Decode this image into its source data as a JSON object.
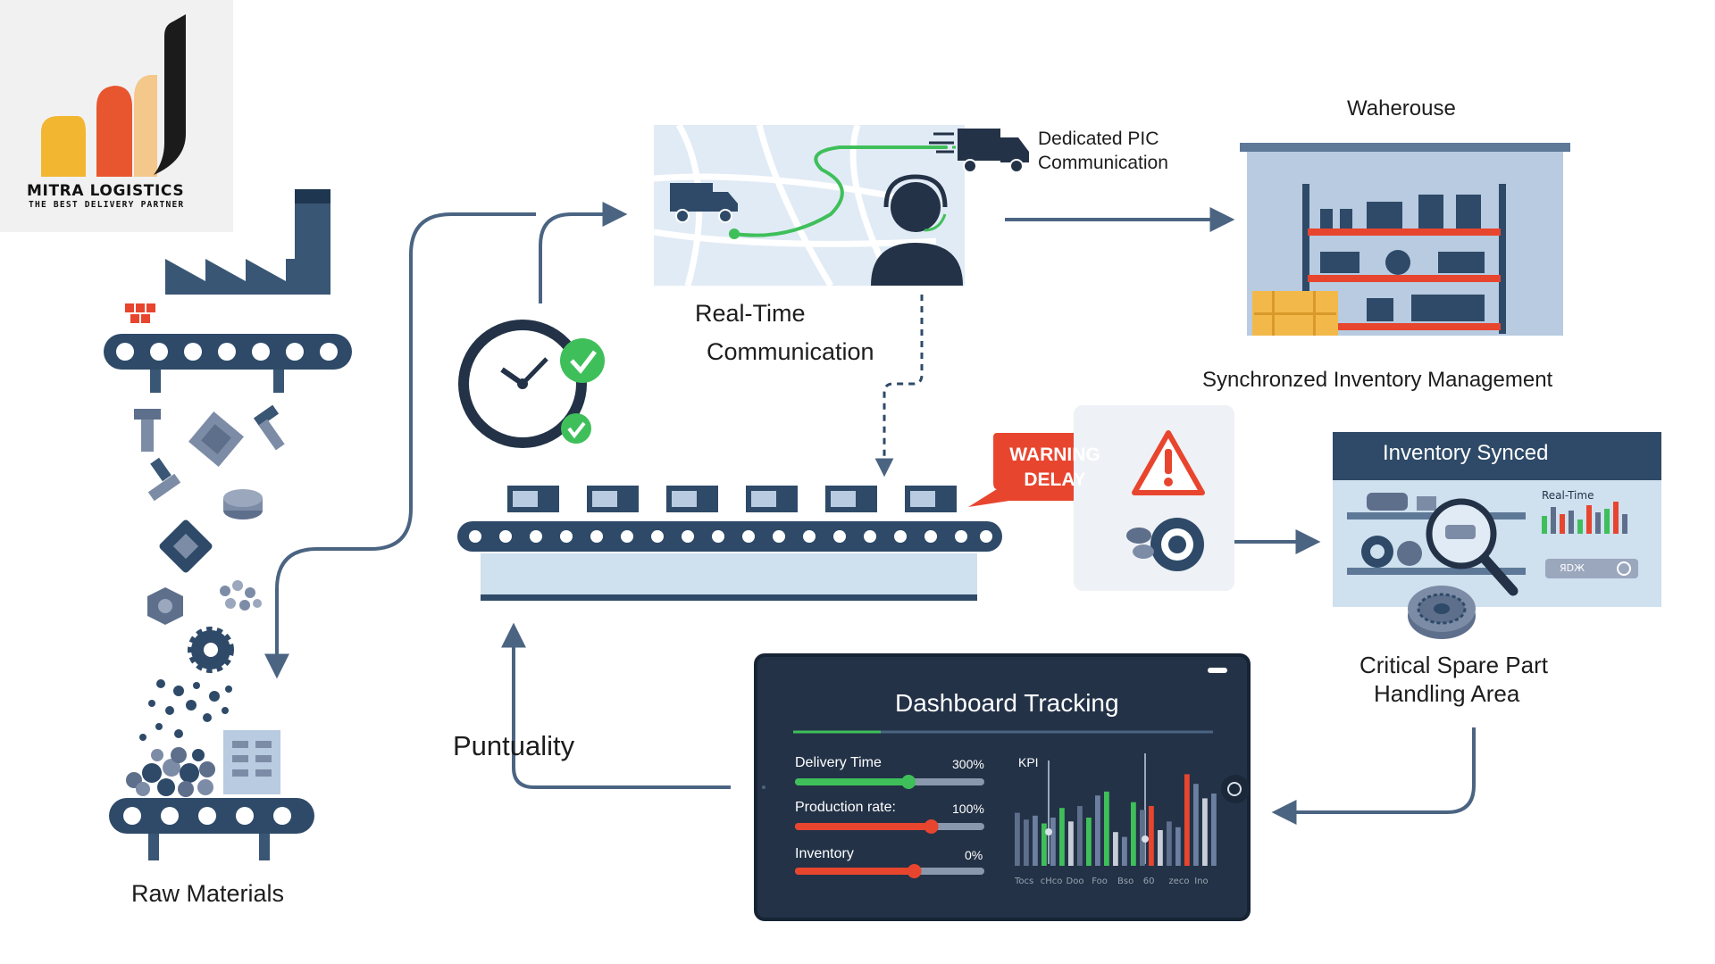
{
  "logo": {
    "name": "MITRA LOGISTICS",
    "tagline": "THE BEST DELIVERY PARTNER"
  },
  "labels": {
    "raw_materials": "Raw Materials",
    "real_time_line1": "Real-Time",
    "real_time_line2": "Communication",
    "dedicated_line1": "Dedicated PIC",
    "dedicated_line2": "Communication",
    "warehouse": "Waherouse",
    "synchronized": "Synchronzed Inventory Management",
    "warning_line1": "WARNING",
    "warning_line2": "DELAY",
    "inventory_synced": "Inventory Synced",
    "real_time_small": "Real-Time",
    "sync_button": "ЯDЖ",
    "critical_line1": "Critical Spare Part",
    "critical_line2": "Handling Area",
    "puntuality": "Puntuality"
  },
  "dashboard": {
    "title": "Dashboard Tracking",
    "kpi_label": "KPI",
    "metrics": [
      {
        "label": "Delivery Time",
        "value": "300%",
        "fill": 0.6,
        "color": "#3fbf5a"
      },
      {
        "label": "Production rate:",
        "value": "100%",
        "fill": 0.72,
        "color": "#e8452f"
      },
      {
        "label": "Inventory",
        "value": "0%",
        "fill": 0.63,
        "color": "#e8452f"
      }
    ],
    "x_ticks": [
      "Tocs",
      "cHco",
      "Doo",
      "Foo",
      "Bso",
      "60",
      "zeco",
      "Ino"
    ]
  },
  "chart_data": {
    "type": "bar",
    "title": "",
    "ylabel": "KPI",
    "categories": [
      "Tocs",
      "cHco",
      "Doo",
      "Foo",
      "Bso",
      "60",
      "zeco",
      "Ino"
    ],
    "series": [
      {
        "values": [
          0.55,
          0.48,
          0.52,
          0.44,
          0.5,
          0.6,
          0.46,
          0.62,
          0.5,
          0.73,
          0.77,
          0.35,
          0.3,
          0.66,
          0.58,
          0.62,
          0.37,
          0.46,
          0.4,
          0.95,
          0.85,
          0.7,
          0.75
        ]
      }
    ],
    "colors": [
      "#5e6f8c",
      "#5e6f8c",
      "#6d7fa0",
      "#3fbf5a",
      "#6d7fa0",
      "#3fbf5a",
      "#c9cdd8",
      "#5e6f8c",
      "#3fbf5a",
      "#6d7fa0",
      "#3fbf5a",
      "#c9cdd8",
      "#6d7fa0",
      "#3fbf5a",
      "#5e6f8c",
      "#e8452f",
      "#c9cdd8",
      "#5e6f8c",
      "#6d7fa0",
      "#e8452f",
      "#6d7fa0",
      "#c9cdd8",
      "#6d7fa0"
    ]
  },
  "inventory_chart": {
    "values": [
      0.5,
      0.75,
      0.55,
      0.65,
      0.4,
      0.8,
      0.6,
      0.7,
      0.9,
      0.55
    ],
    "colors": [
      "#3fbf5a",
      "#5e6f8c",
      "#e8452f",
      "#5e6f8c",
      "#3fbf5a",
      "#e8452f",
      "#5e6f8c",
      "#3fbf5a",
      "#e8452f",
      "#5e6f8c"
    ]
  },
  "colors": {
    "navy": "#2e4a68",
    "accent_red": "#e8452f",
    "accent_green": "#3fbf5a",
    "light_blue": "#cfe0ef",
    "dash_bg": "#233247"
  }
}
